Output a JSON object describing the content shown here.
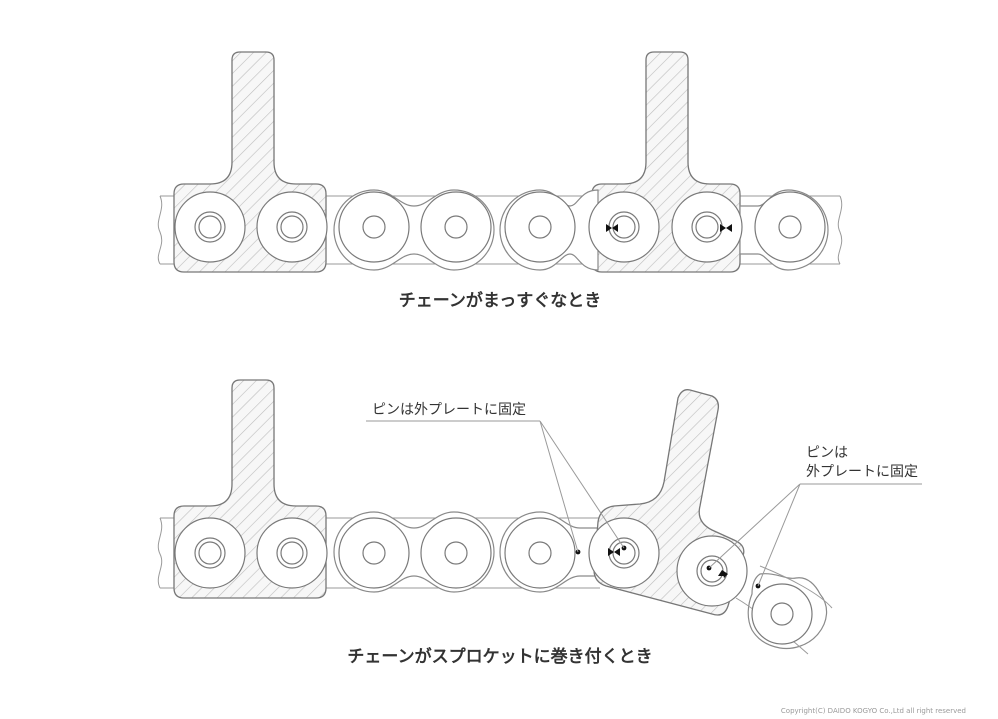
{
  "captions": {
    "straight": "チェーンがまっすぐなとき",
    "wrapping": "チェーンがスプロケットに巻き付くとき"
  },
  "callouts": {
    "pin_fixed_single_line": "ピンは外プレートに固定",
    "pin_fixed_line1": "ピンは",
    "pin_fixed_line2": "外プレートに固定"
  },
  "copyright": "Copyright(C) DAIDO KOGYO Co.,Ltd all right reserved",
  "colors": {
    "outline": "#8a8a8a",
    "hatch": "#bdbdbd",
    "text": "#333333",
    "marker": "#111111"
  }
}
